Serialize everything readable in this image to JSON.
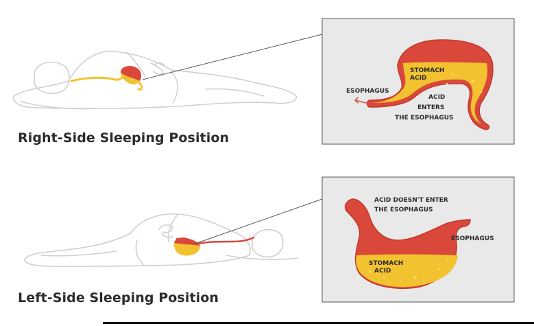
{
  "panels": {
    "right": {
      "heading": "Right-Side Sleeping Position",
      "labels": {
        "stomach_acid": [
          "STOMACH",
          "ACID"
        ],
        "esophagus": "ESOPHAGUS",
        "acid_enters": [
          "ACID",
          "ENTERS",
          "THE ESOPHAGUS"
        ]
      }
    },
    "left": {
      "heading": "Left-Side Sleeping Position",
      "labels": {
        "acid_doesnt_enter": [
          "ACID DOESN'T ENTER",
          "THE ESOPHAGUS"
        ],
        "esophagus": "ESOPHAGUS",
        "stomach_acid": [
          "STOMACH",
          "ACID"
        ]
      }
    }
  },
  "colors": {
    "stomach_red": "#d9483b",
    "stomach_outline": "#c0392b",
    "acid_yellow": "#f2c230",
    "acid_light": "#f7da5e",
    "figure_line": "#cfcfcf",
    "inset_bg": "#e9e9e9",
    "inset_border": "#555555"
  }
}
